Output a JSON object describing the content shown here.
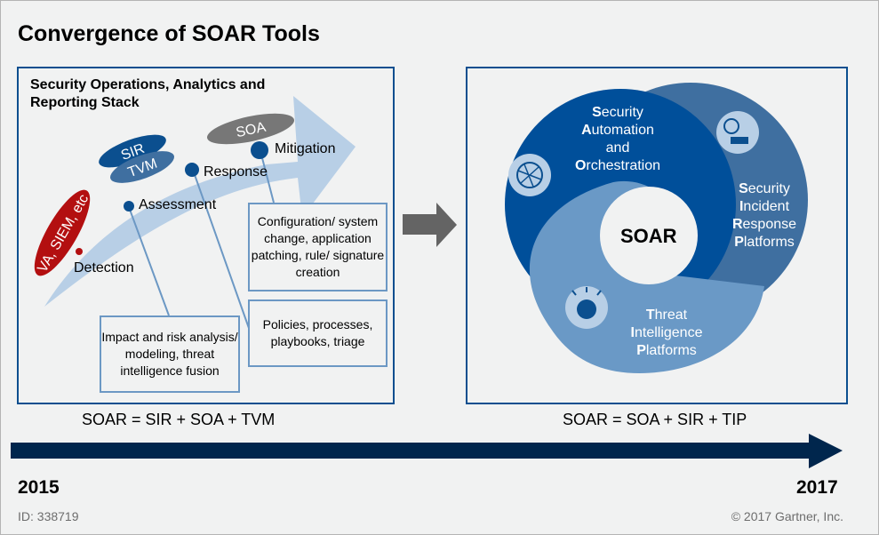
{
  "title": "Convergence of SOAR Tools",
  "left_panel": {
    "heading": "Security Operations, Analytics and Reporting Stack",
    "ellipses": [
      "VA, SIEM, etc",
      "SIR",
      "TVM",
      "SOA"
    ],
    "stages": [
      "Detection",
      "Assessment",
      "Response",
      "Mitigation"
    ],
    "boxes": {
      "mitigation": "Configuration/ system change, application patching, rule/ signature creation",
      "response": "Policies, processes, playbooks, triage",
      "assessment": "Impact and risk analysis/ modeling, threat intelligence fusion"
    },
    "formula": "SOAR = SIR + SOA + TVM"
  },
  "right_panel": {
    "center": "SOAR",
    "circles": [
      {
        "initials": [
          "S",
          "A",
          "",
          "O"
        ],
        "rest": [
          "ecurity",
          "utomation",
          "and",
          "rchestration"
        ],
        "icon": "globe-network-icon"
      },
      {
        "initials": [
          "S",
          "I",
          "R",
          "P"
        ],
        "rest": [
          "ecurity",
          "ncident",
          "esponse",
          "latforms"
        ],
        "icon": "clock-team-icon"
      },
      {
        "initials": [
          "T",
          "I",
          "P"
        ],
        "rest": [
          "hreat",
          "ntelligence",
          "latforms"
        ],
        "icon": "brain-head-icon"
      }
    ],
    "formula": "SOAR = SOA + SIR + TIP"
  },
  "colors": {
    "soa_circle": "#004f9a",
    "sir_circle": "#3f6fa0",
    "tip_circle": "#6a99c6",
    "timeline": "#00264d",
    "red_ellipse": "#b30f10",
    "gray_ellipse": "#777777",
    "arrow_band": "#b8cfe6"
  },
  "timeline": {
    "start": "2015",
    "end": "2017"
  },
  "footer": {
    "id": "ID: 338719",
    "copyright": "© 2017 Gartner, Inc."
  }
}
